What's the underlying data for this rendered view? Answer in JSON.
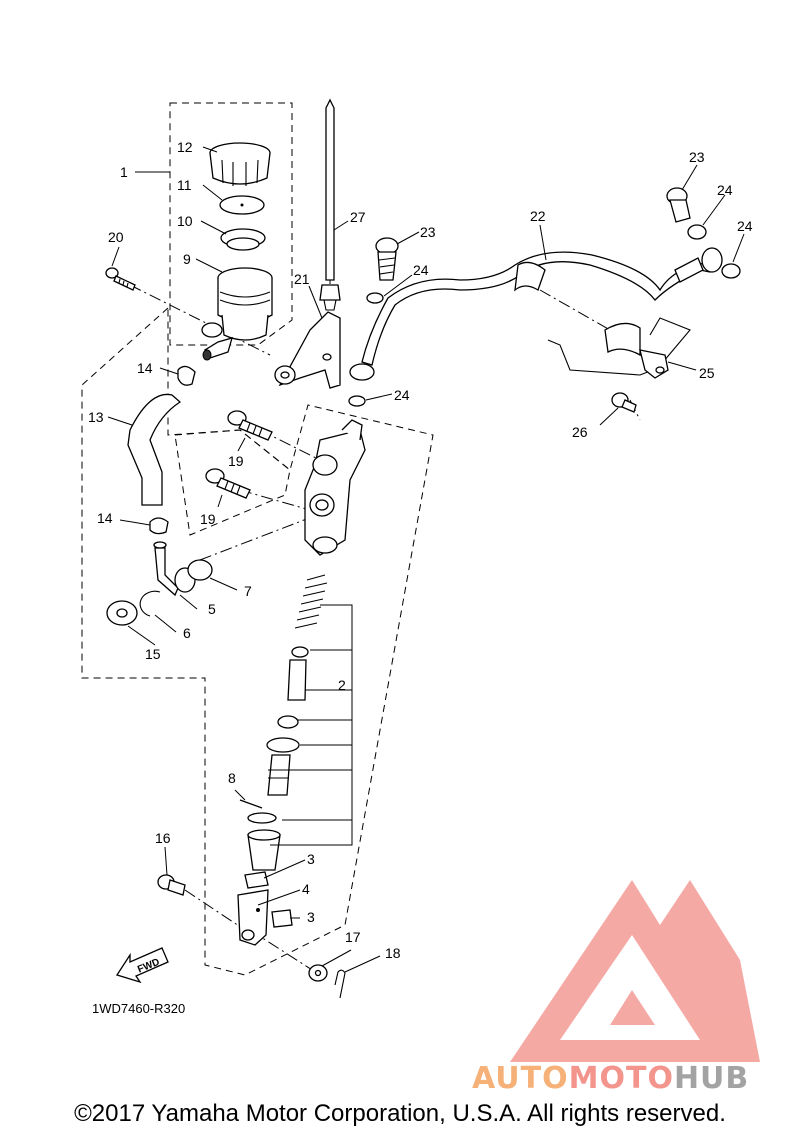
{
  "diagram": {
    "drawing_code": "1WD7460-R320",
    "fwd_label": "FWD",
    "callouts": [
      {
        "id": "c1",
        "text": "1"
      },
      {
        "id": "c2",
        "text": "2"
      },
      {
        "id": "c3a",
        "text": "3"
      },
      {
        "id": "c3b",
        "text": "3"
      },
      {
        "id": "c4",
        "text": "4"
      },
      {
        "id": "c5",
        "text": "5"
      },
      {
        "id": "c6",
        "text": "6"
      },
      {
        "id": "c7",
        "text": "7"
      },
      {
        "id": "c8",
        "text": "8"
      },
      {
        "id": "c9",
        "text": "9"
      },
      {
        "id": "c10",
        "text": "10"
      },
      {
        "id": "c11",
        "text": "11"
      },
      {
        "id": "c12",
        "text": "12"
      },
      {
        "id": "c13",
        "text": "13"
      },
      {
        "id": "c14a",
        "text": "14"
      },
      {
        "id": "c14b",
        "text": "14"
      },
      {
        "id": "c15",
        "text": "15"
      },
      {
        "id": "c16",
        "text": "16"
      },
      {
        "id": "c17",
        "text": "17"
      },
      {
        "id": "c18",
        "text": "18"
      },
      {
        "id": "c19a",
        "text": "19"
      },
      {
        "id": "c19b",
        "text": "19"
      },
      {
        "id": "c20",
        "text": "20"
      },
      {
        "id": "c21",
        "text": "21"
      },
      {
        "id": "c22",
        "text": "22"
      },
      {
        "id": "c23a",
        "text": "23"
      },
      {
        "id": "c23b",
        "text": "23"
      },
      {
        "id": "c24a",
        "text": "24"
      },
      {
        "id": "c24b",
        "text": "24"
      },
      {
        "id": "c24c",
        "text": "24"
      },
      {
        "id": "c24d",
        "text": "24"
      },
      {
        "id": "c25",
        "text": "25"
      },
      {
        "id": "c26",
        "text": "26"
      },
      {
        "id": "c27",
        "text": "27"
      }
    ]
  },
  "watermark": {
    "part1": "AUTO",
    "part2": "MOTO",
    "part3": "HUB",
    "colors": {
      "auto": "#f5a96a",
      "moto": "#f28a80",
      "hub": "#9a9a9a",
      "triangle": "#f4a09a"
    }
  },
  "footer": {
    "copyright": "©2017 Yamaha Motor Corporation, U.S.A. All rights reserved."
  }
}
